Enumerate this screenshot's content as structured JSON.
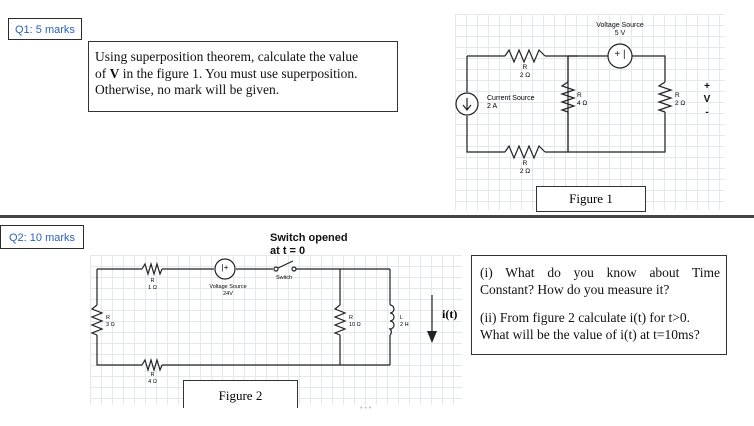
{
  "q1": {
    "tag": "Q1: 5 marks",
    "text_line1": "Using superposition theorem, calculate the value",
    "text_line2_a": "of ",
    "text_line2_b": "V",
    "text_line2_c": " in the figure 1. You must use superposition.",
    "text_line3": "Otherwise, no mark will be given.",
    "figure": {
      "vs_label1": "Voltage Source",
      "vs_label2": "5 V",
      "vs_symbol": "+ |",
      "r_top_letter": "R",
      "r_top_value": "2 Ω",
      "cs_label1": "Current Source",
      "cs_label2": "2 A",
      "r_mid_letter": "R",
      "r_mid_value": "4 Ω",
      "r_bot_letter": "R",
      "r_bot_value": "2 Ω",
      "r_right_letter": "R",
      "r_right_value": "2 Ω",
      "v_plus": "+",
      "v_label": "V",
      "v_minus": "-",
      "caption": "Figure 1"
    }
  },
  "q2": {
    "tag": "Q2: 10 marks",
    "switch_title1": "Switch opened",
    "switch_title2": "at t = 0",
    "figure": {
      "switch_label": "Switch",
      "r1_letter": "R",
      "r1_value": "1 Ω",
      "vs_symbol": "|+",
      "vs_label1": "Voltage Source",
      "vs_label2": "24V",
      "r3_letter": "R",
      "r3_value": "3 Ω",
      "r4_letter": "R",
      "r4_value": "4 Ω",
      "r10_letter": "R",
      "r10_value": "10 Ω",
      "l_letter": "L",
      "l_value": "2 H",
      "current_label": "i(t)",
      "caption": "Figure 2"
    },
    "part1_line1": "(i) What do you know about Time",
    "part1_line2": "Constant? How do you measure it?",
    "part2_line1": "(ii) From figure 2 calculate i(t) for t>0.",
    "part2_line2": "What will be the value of i(t) at t=10ms?"
  },
  "pager_dots": "• • •"
}
